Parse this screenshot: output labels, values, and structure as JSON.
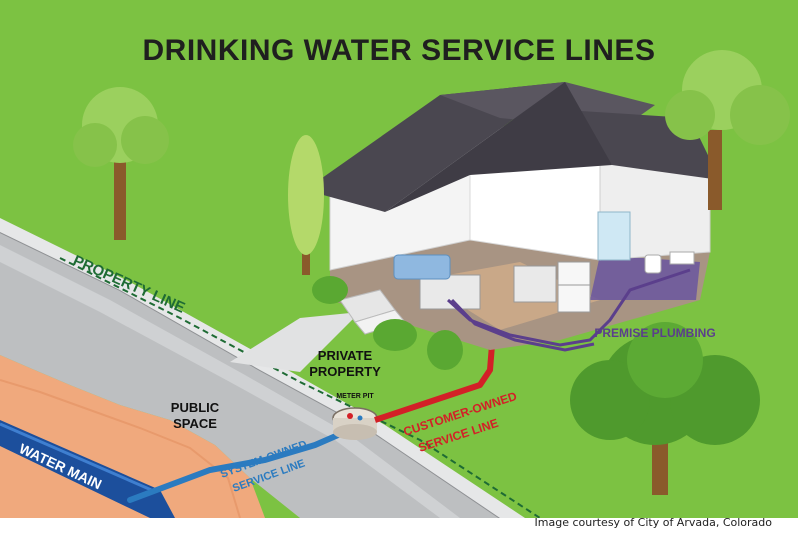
{
  "title": "DRINKING WATER SERVICE LINES",
  "labels": {
    "property_line": "PROPERTY LINE",
    "private_property_1": "PRIVATE",
    "private_property_2": "PROPERTY",
    "public_space_1": "PUBLIC",
    "public_space_2": "SPACE",
    "meter_pit": "METER PIT",
    "customer_owned_1": "CUSTOMER-OWNED",
    "customer_owned_2": "SERVICE LINE",
    "system_owned_1": "SYSTEM-OWNED",
    "system_owned_2": "SERVICE LINE",
    "water_main": "WATER MAIN",
    "premise_plumbing": "PREMISE PLUMBING"
  },
  "credit": "Image courtesy of City of Arvada, Colorado",
  "colors": {
    "grass": "#7cc242",
    "road": "#bdbfc1",
    "soil": "#f0a97d",
    "water_main": "#1c4f9c",
    "system_line": "#2b7bc0",
    "customer_line": "#d32027",
    "premise_plumbing": "#5b3f8c",
    "roof": "#4a4750",
    "wall": "#f4f4f4"
  },
  "icons": [
    "tree-icon",
    "house-icon",
    "meter-pit-icon",
    "sofa-icon",
    "toilet-icon",
    "refrigerator-icon"
  ]
}
